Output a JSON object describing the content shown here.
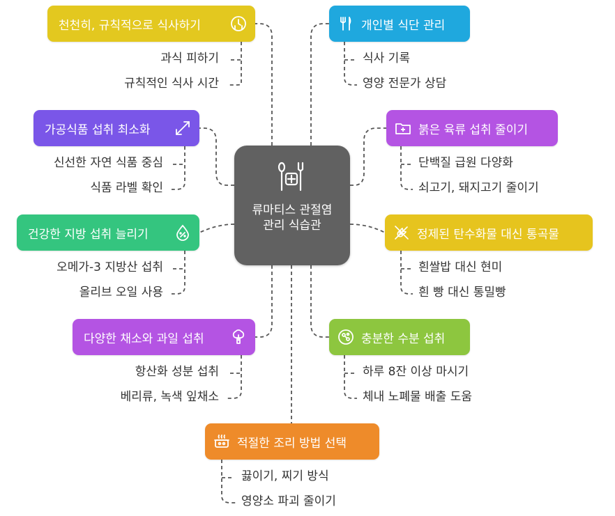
{
  "center": {
    "title": "류마티스 관절염 관리 식습관",
    "icon": "fork-knife-medical-icon"
  },
  "branches": [
    {
      "id": "b1",
      "title": "천천히, 규칙적으로 식사하기",
      "color": "#E3C81F",
      "icon": "clock-fork-icon",
      "items": [
        "과식 피하기",
        "규칙적인 식사 시간"
      ]
    },
    {
      "id": "b2",
      "title": "개인별 식단 관리",
      "color": "#1FA8DE",
      "icon": "utensils-icon",
      "items": [
        "식사 기록",
        "영양 전문가 상담"
      ]
    },
    {
      "id": "b3",
      "title": "가공식품 섭취 최소화",
      "color": "#7A56E8",
      "icon": "minimize-arrow-icon",
      "items": [
        "신선한 자연 식품 중심",
        "식품 라벨 확인"
      ]
    },
    {
      "id": "b4",
      "title": "붉은 육류 섭취 줄이기",
      "color": "#B454E3",
      "icon": "medical-folder-icon",
      "items": [
        "단백질 급원 다양화",
        "쇠고기, 돼지고기 줄이기"
      ]
    },
    {
      "id": "b5",
      "title": "건강한 지방 섭취 늘리기",
      "color": "#34C57F",
      "icon": "percent-drop-icon",
      "items": [
        "오메가-3 지방산 섭취",
        "올리브 오일 사용"
      ]
    },
    {
      "id": "b6",
      "title": "정제된 탄수화물 대신 통곡물",
      "color": "#E6C41E",
      "icon": "no-wheat-icon",
      "items": [
        "흰쌀밥 대신 현미",
        "흰 빵 대신 통밀빵"
      ]
    },
    {
      "id": "b7",
      "title": "다양한 채소와 과일 섭취",
      "color": "#B454E3",
      "icon": "broccoli-icon",
      "items": [
        "항산화 성분 섭취",
        "베리류, 녹색 잎채소"
      ]
    },
    {
      "id": "b8",
      "title": "충분한 수분 섭취",
      "color": "#8DC63F",
      "icon": "water-molecule-icon",
      "items": [
        "하루 8잔 이상 마시기",
        "체내 노폐물 배출 도움"
      ]
    },
    {
      "id": "b9",
      "title": "적절한 조리 방법 선택",
      "color": "#EE8B2A",
      "icon": "cooking-pot-icon",
      "items": [
        "끓이기, 찌기 방식",
        "영양소 파괴 줄이기"
      ]
    }
  ]
}
